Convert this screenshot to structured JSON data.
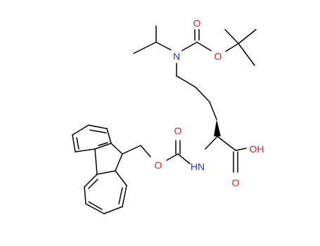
{
  "colors": {
    "bond": "#000000",
    "oxygen": "#e0201e",
    "nitrogen": "#2b33d8",
    "background": "#ffffff"
  },
  "atoms": {
    "n_boc": "N",
    "o_boc_carbonyl": "O",
    "o_boc_ester": "O",
    "n_fmoc": "HN",
    "o_fmoc_carbonyl": "O",
    "o_fmoc_ester": "O",
    "oh_acid": "OH",
    "o_acid_carbonyl": "O"
  }
}
